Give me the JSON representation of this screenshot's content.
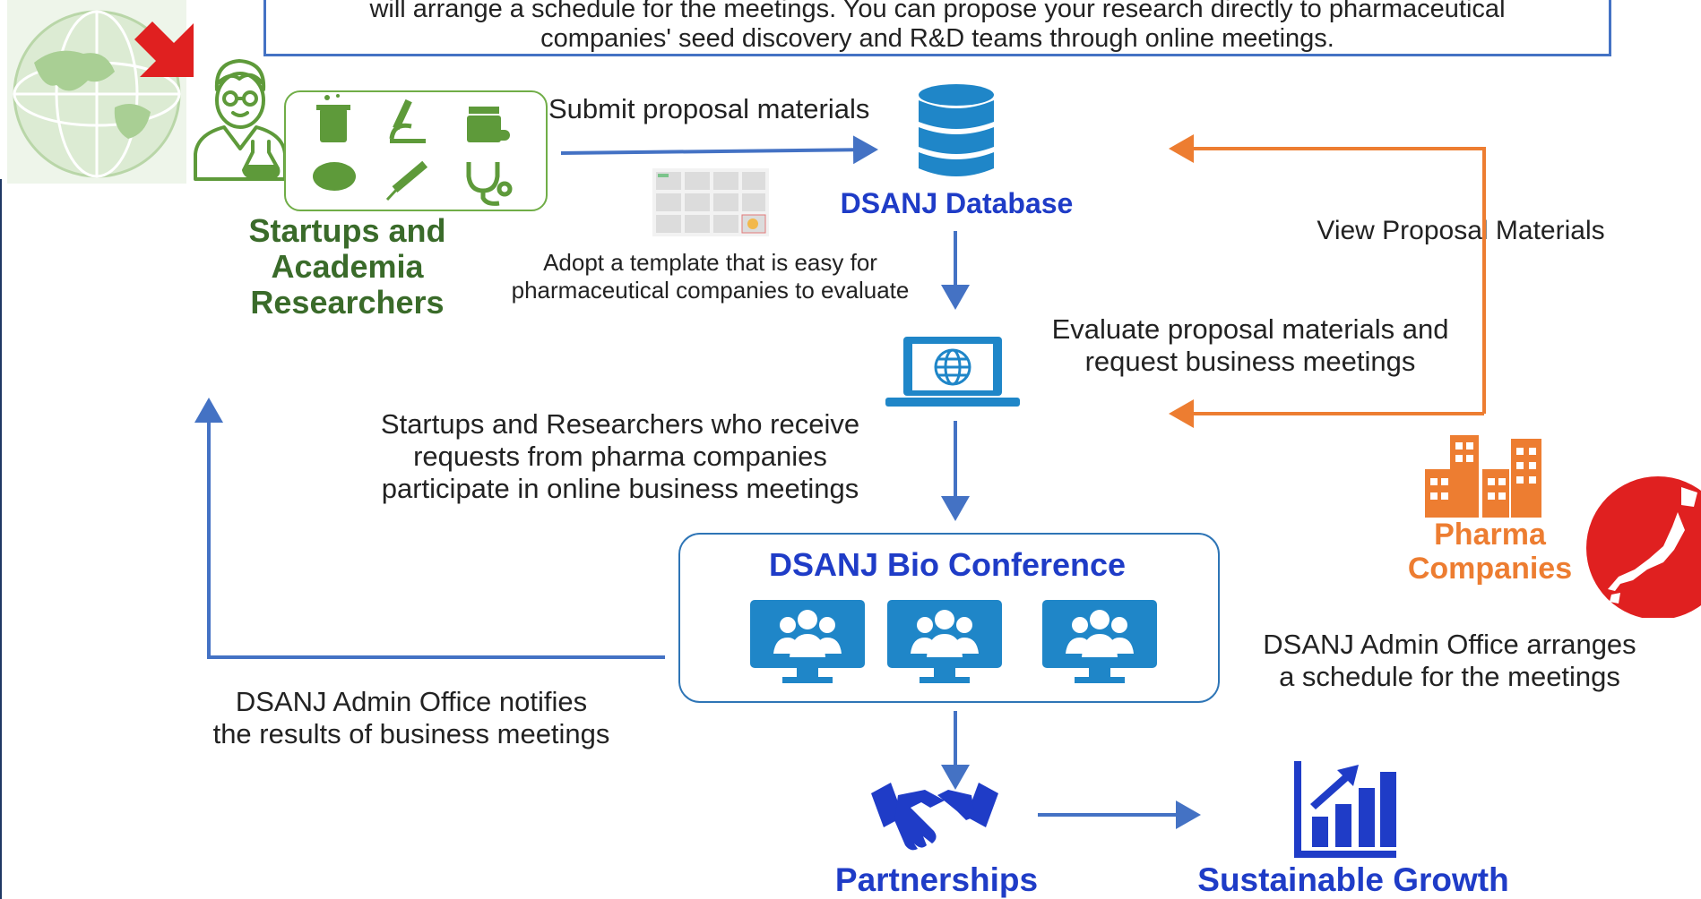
{
  "top_note": {
    "line1": "will arrange a schedule for the meetings. You can propose your research directly to pharmaceutical",
    "line2": "companies' seed discovery and R&D teams through online meetings."
  },
  "researchers": {
    "title_line1": "Startups and",
    "title_line2": "Academia",
    "title_line3": "Researchers"
  },
  "submit": {
    "label": "Submit proposal materials"
  },
  "template": {
    "line1": "Adopt a template that is easy for",
    "line2": "pharmaceutical companies to evaluate"
  },
  "database": {
    "title": "DSANJ Database"
  },
  "view": {
    "label": "View Proposal Materials"
  },
  "evaluate": {
    "line1": "Evaluate proposal materials and",
    "line2": "request business meetings"
  },
  "participate": {
    "line1": "Startups and Researchers who receive",
    "line2": "requests from pharma companies",
    "line3": "participate in online business meetings"
  },
  "pharma": {
    "title_line1": "Pharma",
    "title_line2": "Companies"
  },
  "conference": {
    "title": "DSANJ Bio Conference"
  },
  "arrange": {
    "line1": "DSANJ Admin Office arranges",
    "line2": "a schedule for the meetings"
  },
  "notify": {
    "line1": "DSANJ Admin Office notifies",
    "line2": "the results of business meetings"
  },
  "partnerships": {
    "label": "Partnerships"
  },
  "growth": {
    "label": "Sustainable Growth"
  },
  "colors": {
    "blue_arrow": "#4472c4",
    "orange_arrow": "#ed7d31",
    "green": "#70ad47",
    "navy": "#1f3cc7",
    "sky": "#1f86c8",
    "red": "#e02020"
  }
}
